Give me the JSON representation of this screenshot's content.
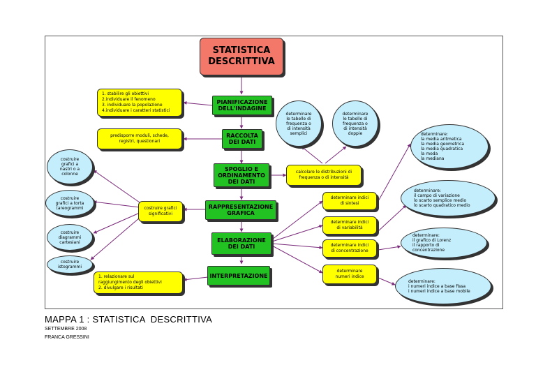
{
  "title": "STATISTICA\nDESCRITTIVA",
  "steps": {
    "pianificazione": "PIANIFICAZIONE\nDELL'INDAGINE",
    "raccolta": "RACCOLTA\nDEI DATI",
    "spoglio": "SPOGLIO E\nORDINAMENTO\nDEI DATI",
    "rappresentazione": "RAPPRESENTAZIONE\nGRAFICA",
    "elaborazione": "ELABORAZIONE\nDEI DATI",
    "interpretazione": "INTERPRETAZIONE"
  },
  "notes": {
    "obiettivi": "1. stabilire gli obiettivi\n2.individuare il fenomeno\n3. individuare la popolazione\n4.individuare i caratteri statistici",
    "moduli": "predisporre moduli, schede,\nregistri, questionari",
    "distribuzioni": "calcolare le distribuzioni di\nfrequenza o di intensità",
    "grafici": "costruire grafici\nsignificativi",
    "sintesi": "determinare indici\ndi sintesi",
    "variabilita": "determinare indici\ndi variabilità",
    "concentrazione": "determinare indici\ndi concentrazione",
    "numeri_indice": "determinare\nnumeri indice",
    "relazionare": "1. relazionare sul\nraggiungimento degli obiettivi\n2. divulgare i risultati"
  },
  "bubbles": {
    "tabelle_semplici": "determinare\nle tabelle di\nfrequenza o\ndi intensità\nsemplici",
    "tabelle_doppie": "determinare\nle tabelle di\nfrequenza o\ndi intensità\ndoppie",
    "nastri": "costruire\ngrafici a\nnastri o a\ncolonne",
    "torta": "costruire\ngrafici a torta\n(areogrammi",
    "cartesiani": "costruire\ndiagrammi\ncartesiani",
    "istogrammi": "costruire\nistogrammi",
    "medie": "determinare:\nla media aritmetica\nla media geometrica\nla media quadratica\nla moda\nla mediana",
    "variazione": "determinare:\nil campo di variazione\nlo scarto semplice medio\nlo scarto quadratico medio",
    "lorenz": "determinare:\nil grafico di Lorenz\nil rapporto di\nconcentrazione",
    "indice": "determinare:\ni numeri indice a base fissa\ni numeri indice a base mobile"
  },
  "caption": {
    "title": "MAPPA 1 : STATISTICA  DESCRITTIVA",
    "date": "SETTEMBRE 2008",
    "author": "FRANCA GRESSINI"
  },
  "colors": {
    "title": "#f4786a",
    "step": "#22c222",
    "note": "#ffff00",
    "bubble": "#c4eefc",
    "arrow": "#7a2a7a"
  }
}
